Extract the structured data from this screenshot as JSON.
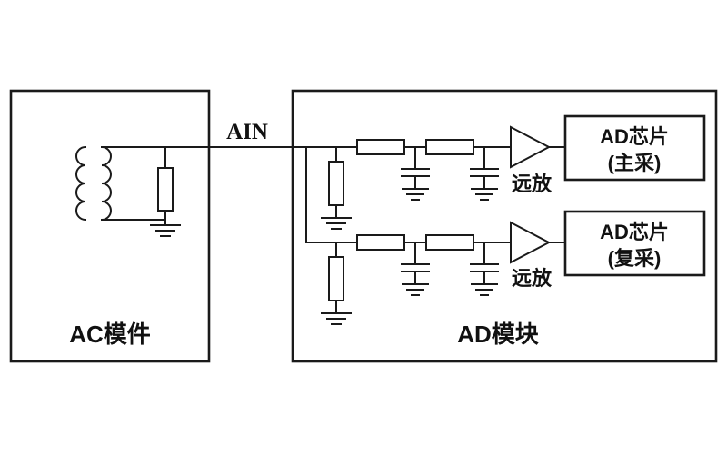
{
  "diagram": {
    "ain_label": "AIN",
    "left_box_label": "AC模件",
    "right_box_label": "AD模块",
    "top_chain": {
      "amp_label": "远放",
      "chip_line1": "AD芯片",
      "chip_line2": "(主采)"
    },
    "bottom_chain": {
      "amp_label": "远放",
      "chip_line1": "AD芯片",
      "chip_line2": "(复采)"
    },
    "colors": {
      "stroke": "#1a1a1a",
      "background": "#ffffff"
    }
  }
}
